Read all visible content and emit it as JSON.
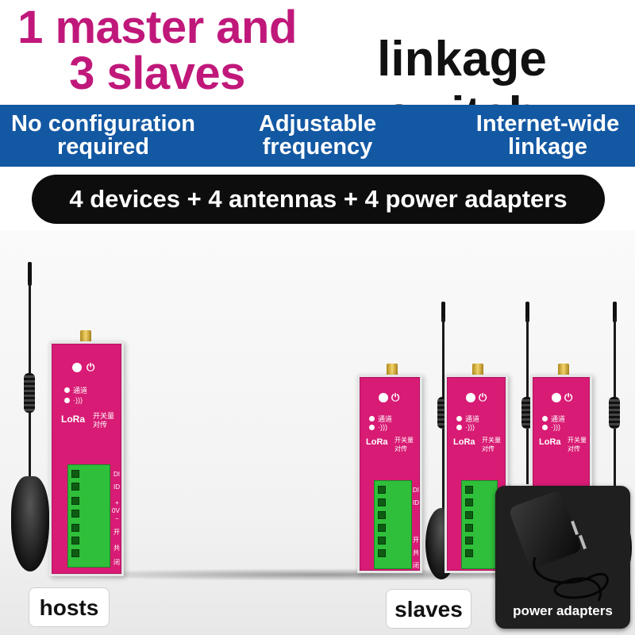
{
  "header": {
    "title_left": "1 master and 3 slaves",
    "title_right": "linkage switch"
  },
  "features": [
    {
      "line1": "No configuration",
      "line2": "required"
    },
    {
      "line1": "Adjustable",
      "line2": "frequency"
    },
    {
      "line1": "Internet-wide",
      "line2": "linkage"
    }
  ],
  "package": "4 devices + 4 antennas + 4 power adapters",
  "labels": {
    "hosts": "hosts",
    "slaves": "slaves",
    "power_adapters": "power adapters"
  },
  "device": {
    "led_label": "通道",
    "brand": "LoRa",
    "name_line1": "开关量",
    "name_line2": "对传",
    "terminals": [
      "DI",
      "ID",
      "+",
      "0V",
      "−",
      "开",
      "共",
      "闭"
    ]
  },
  "colors": {
    "title_magenta": "#c0187a",
    "band_blue": "#1358a3",
    "device_magenta": "#d81b74",
    "terminal_green": "#2fbf3a"
  }
}
